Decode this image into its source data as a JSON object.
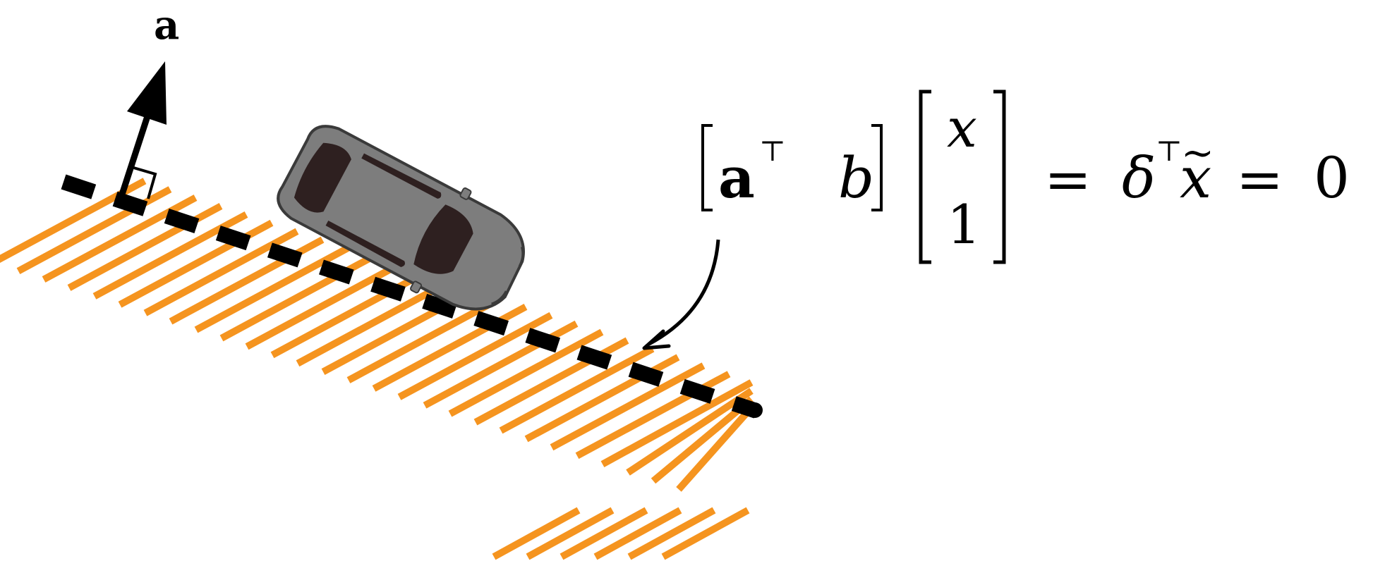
{
  "normal_vector": {
    "label": "a"
  },
  "equation": {
    "vector_a": "a",
    "transpose": "⊤",
    "b": "b",
    "x": "x",
    "one": "1",
    "eq1": "=",
    "delta": "δ",
    "x_tilde": "x",
    "tilde": "~",
    "eq2": "=",
    "zero": "0"
  },
  "colors": {
    "hatch": "#f5941f",
    "boundary": "#000000",
    "car_body": "#7d7d7d",
    "car_window": "#2e2020"
  },
  "icons": {
    "vehicle": "car-top-view-icon"
  }
}
